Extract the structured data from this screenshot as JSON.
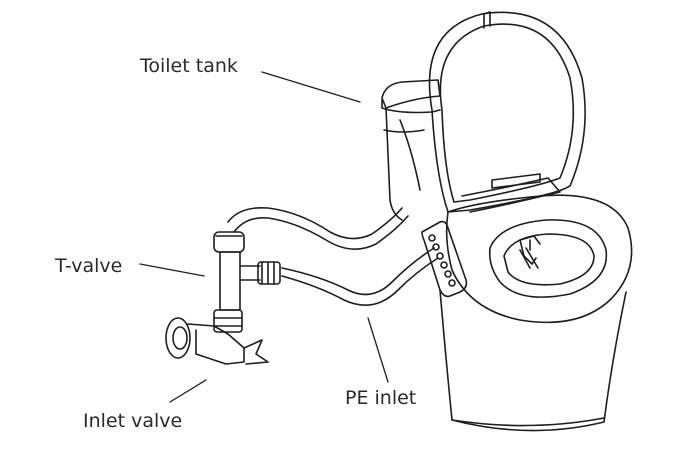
{
  "labels": {
    "toilet_tank": "Toilet tank",
    "t_valve": "T-valve",
    "pe_inlet": "PE inlet",
    "inlet_valve": "Inlet valve"
  },
  "colors": {
    "line": "#1e1e1e",
    "text": "#2a2a2a",
    "background": "#ffffff"
  }
}
